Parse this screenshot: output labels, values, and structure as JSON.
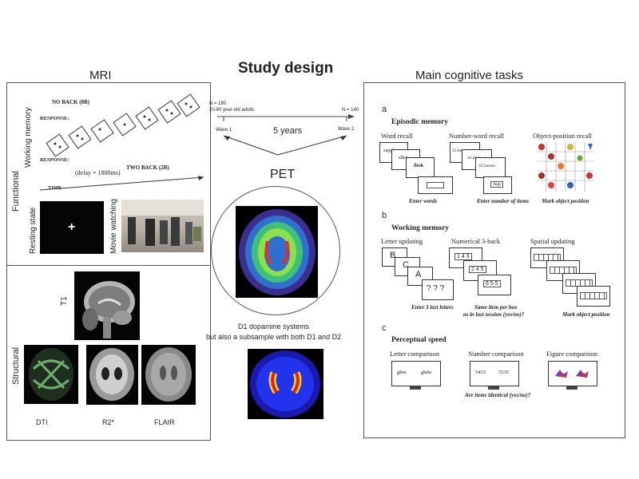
{
  "title": "Study design",
  "mri": {
    "heading": "MRI",
    "functional_label": "Functional",
    "structural_label": "Structural",
    "working_memory_label": "Working memory",
    "no_back_label": "NO BACK (0B)",
    "two_back_label": "TWO BACK (2B)",
    "response_label": "RESPONSE:",
    "delay_label": "(delay = 1800ms)",
    "time_label": "TIME",
    "resting_state_label": "Resting state",
    "movie_watching_label": "Movie watching",
    "t1_label": "T1",
    "dti_label": "DTI",
    "r2_label": "R2*",
    "flair_label": "FLAIR"
  },
  "timeline": {
    "n_wave1": "N = 180",
    "cohort": "20-80 year-old adults",
    "wave1": "Wave 1",
    "n_wave2": "N = 140",
    "wave2": "Wave 2",
    "interval": "5 years"
  },
  "pet": {
    "heading": "PET",
    "caption_line1": "D1 dopamine systems",
    "caption_line2": "but also a subsample with both D1 and D2"
  },
  "cognitive": {
    "heading": "Main cognitive tasks",
    "a": {
      "letter": "a",
      "title": "Episodic memory",
      "tasks": [
        "Word recall",
        "Number-word recall",
        "Object-position recall"
      ],
      "words": [
        "supply",
        "alley",
        "flesh"
      ],
      "numberwords": [
        "13 beavers",
        "44 dogs",
        "32 horses",
        "dogs"
      ],
      "instructions": [
        "Enter words",
        "Enter number of items",
        "Mark object position"
      ]
    },
    "b": {
      "letter": "b",
      "title": "Working memory",
      "tasks": [
        "Letter updating",
        "Numerical 3-back",
        "Spatial updating"
      ],
      "letters": [
        "B",
        "C",
        "A"
      ],
      "question_marks": "? ? ?",
      "digits": [
        "1 4 3",
        "2 4 5",
        "6 5 5"
      ],
      "instructions": [
        "Enter 3 last letters",
        "Same item per box",
        "as in last session (yes/no)?",
        "Mark object position"
      ]
    },
    "c": {
      "letter": "c",
      "title": "Perceptual speed",
      "tasks": [
        "Letter comparison",
        "Number comparison",
        "Figure comparison"
      ],
      "letter_pair": [
        "ghtu",
        "ghdu"
      ],
      "number_pair": [
        "5433",
        "5535"
      ],
      "question": "Are items identical (yes/no)?"
    }
  }
}
